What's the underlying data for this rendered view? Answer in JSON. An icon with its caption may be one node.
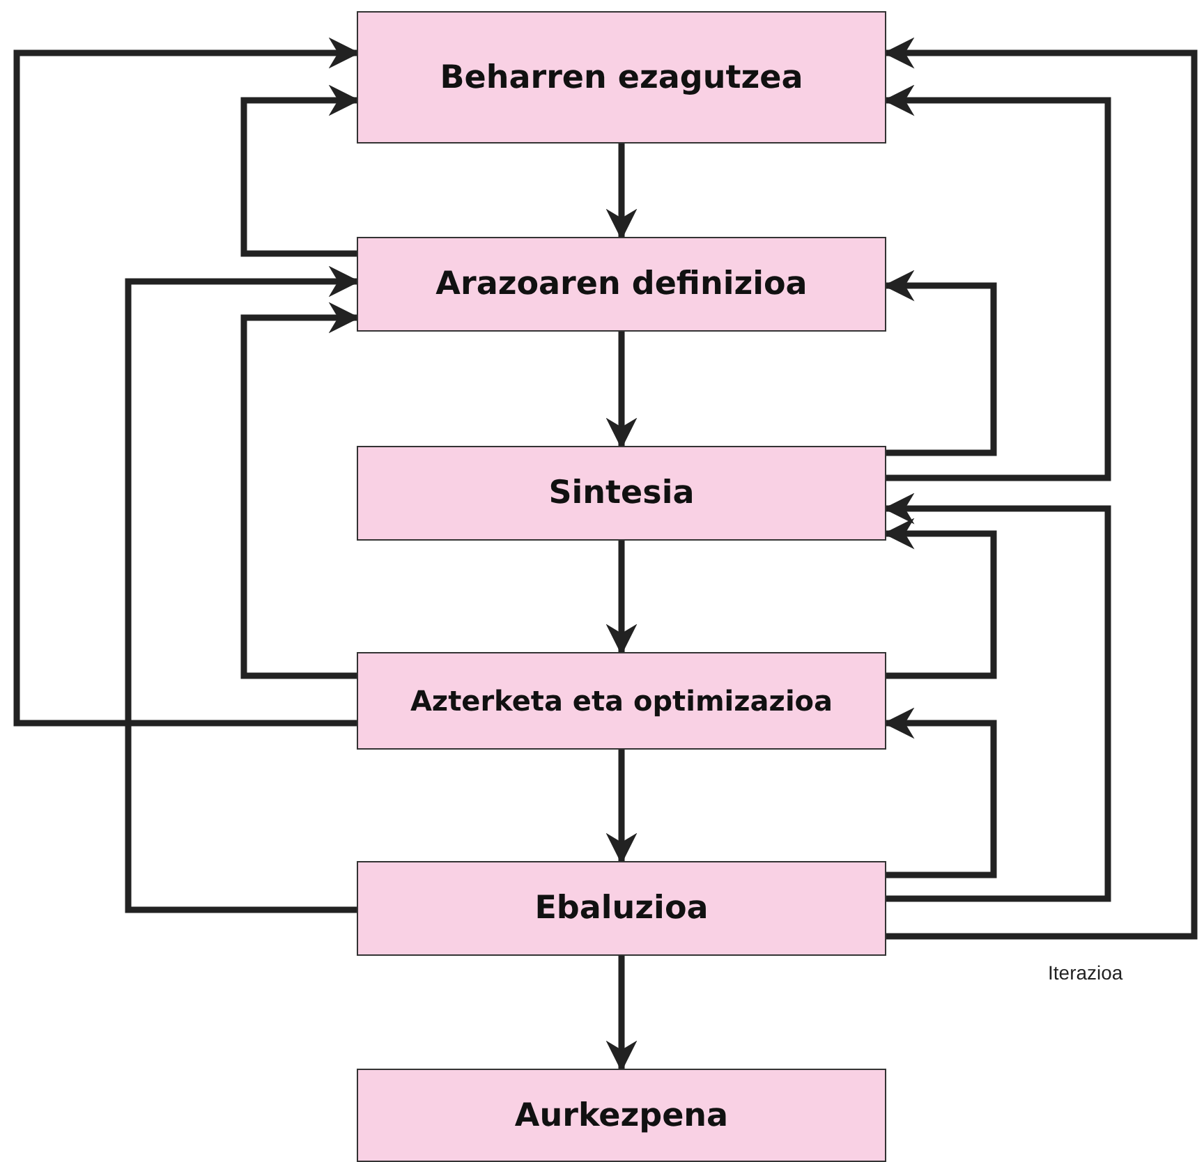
{
  "diagram": {
    "nodes": [
      {
        "text": [
          "Beharren ezagutzea"
        ]
      },
      {
        "text": [
          "Arazoaren definizioa"
        ]
      },
      {
        "text": [
          "Sintesia"
        ]
      },
      {
        "text": [
          "Azterketa eta optimizazioa"
        ]
      },
      {
        "text": [
          "Ebaluzioa"
        ]
      },
      {
        "text": [
          "Aurkezpena"
        ]
      }
    ],
    "edges": [
      {
        "from": 0,
        "to": 1,
        "arrow": "to"
      },
      {
        "from": 1,
        "to": 2,
        "arrow": "to"
      },
      {
        "from": 2,
        "to": 3,
        "arrow": "to"
      },
      {
        "from": 3,
        "to": 4,
        "arrow": "to"
      },
      {
        "from": 4,
        "to": 5,
        "arrow": "to"
      },
      {
        "from": 1,
        "to": 0,
        "arrow": "to"
      },
      {
        "from": 3,
        "to": 0,
        "arrow": "to"
      },
      {
        "from": 4,
        "to": 1,
        "arrow": "to"
      },
      {
        "from": 3,
        "to": 1,
        "arrow": "to"
      },
      {
        "from": 2,
        "to": 1,
        "arrow": "to"
      },
      {
        "from": 2,
        "to": 0,
        "arrow": "to"
      },
      {
        "from": 4,
        "to": 2,
        "arrow": "to"
      },
      {
        "from": 3,
        "to": 2,
        "arrow": "to"
      },
      {
        "from": 4,
        "to": 3,
        "arrow": "to"
      },
      {
        "from": 4,
        "to": 0,
        "arrow": "to",
        "label": "Iterazioa"
      }
    ]
  }
}
